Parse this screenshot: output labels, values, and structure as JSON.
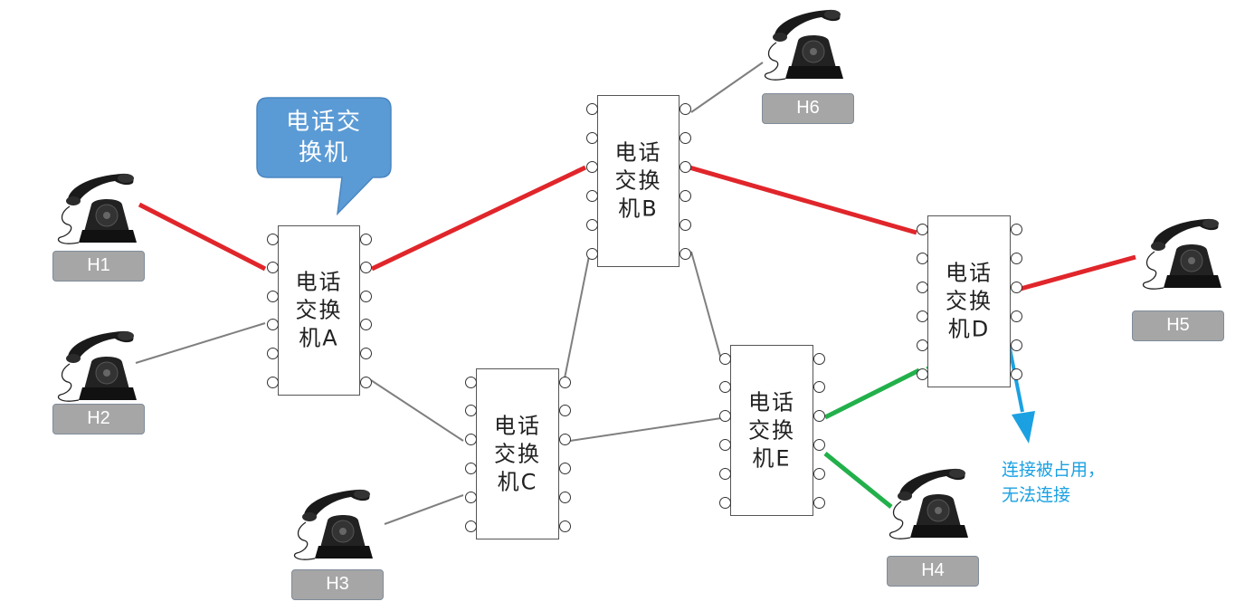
{
  "callout": {
    "line1": "电话交",
    "line2": "换机",
    "color": "#5b9bd5"
  },
  "switches": [
    {
      "id": "A",
      "line1": "电话",
      "line2": "交换",
      "line3": "机A"
    },
    {
      "id": "B",
      "line1": "电话",
      "line2": "交换",
      "line3": "机B"
    },
    {
      "id": "C",
      "line1": "电话",
      "line2": "交换",
      "line3": "机C"
    },
    {
      "id": "D",
      "line1": "电话",
      "line2": "交换",
      "line3": "机D"
    },
    {
      "id": "E",
      "line1": "电话",
      "line2": "交换",
      "line3": "机E"
    }
  ],
  "hosts": [
    {
      "id": "H1",
      "label": "H1"
    },
    {
      "id": "H2",
      "label": "H2"
    },
    {
      "id": "H3",
      "label": "H3"
    },
    {
      "id": "H4",
      "label": "H4"
    },
    {
      "id": "H5",
      "label": "H5"
    },
    {
      "id": "H6",
      "label": "H6"
    }
  ],
  "connections": {
    "red_path": [
      "H1",
      "A",
      "B",
      "D",
      "H5"
    ],
    "green_path": [
      "H4",
      "E",
      "D"
    ],
    "gray_links": [
      [
        "H2",
        "A"
      ],
      [
        "A",
        "C"
      ],
      [
        "H3",
        "C"
      ],
      [
        "C",
        "B"
      ],
      [
        "C",
        "E"
      ],
      [
        "B",
        "E"
      ],
      [
        "B",
        "H6"
      ]
    ]
  },
  "colors": {
    "occupied_circuit": "#e0262b",
    "attempted_circuit": "#22b04b",
    "idle_link": "#7f7f7f",
    "note": "#1ba1e2"
  },
  "note": {
    "line1": "连接被占用，",
    "line2": "无法连接"
  }
}
